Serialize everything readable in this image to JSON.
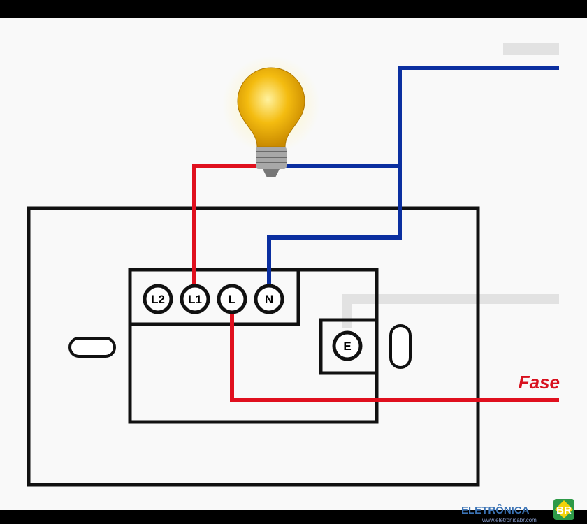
{
  "diagram": {
    "terminals": [
      "L2",
      "L1",
      "L",
      "N"
    ],
    "earth_terminal": "E",
    "phase_label": "Fase",
    "colors": {
      "phase": "#e0101e",
      "neutral": "#0b2fa0",
      "outline": "#111111",
      "bulb": "#f2b400"
    }
  },
  "watermark": {
    "brand": "ELETRÔNICA",
    "brand_suffix": "BR",
    "url": "www.eletronicabr.com"
  }
}
